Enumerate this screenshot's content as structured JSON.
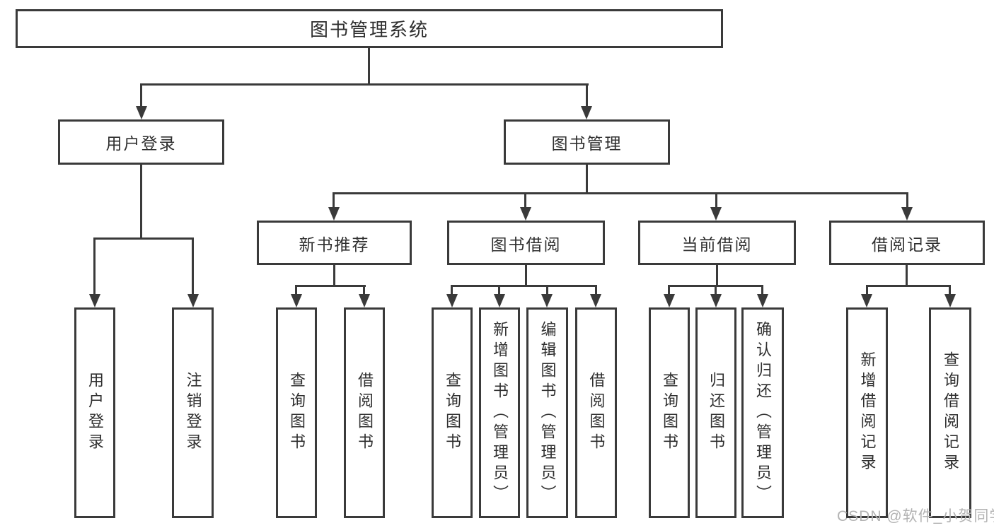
{
  "colors": {
    "line": "#3a3a3a",
    "border": "#3a3a3a",
    "text": "#2f2f2f",
    "watermark": "#b3b3b3",
    "background": "#ffffff"
  },
  "tree": {
    "root": {
      "label": "图书管理系统"
    },
    "branches": [
      {
        "label": "用户登录",
        "children": [
          {
            "label": "用户登录"
          },
          {
            "label": "注销登录"
          }
        ]
      },
      {
        "label": "图书管理",
        "children": [
          {
            "label": "新书推荐",
            "children": [
              {
                "label": "查询图书"
              },
              {
                "label": "借阅图书"
              }
            ]
          },
          {
            "label": "图书借阅",
            "children": [
              {
                "label": "查询图书"
              },
              {
                "label": "新增图书（管理员）"
              },
              {
                "label": "编辑图书（管理员）"
              },
              {
                "label": "借阅图书"
              }
            ]
          },
          {
            "label": "当前借阅",
            "children": [
              {
                "label": "查询图书"
              },
              {
                "label": "归还图书"
              },
              {
                "label": "确认归还（管理员）"
              }
            ]
          },
          {
            "label": "借阅记录",
            "children": [
              {
                "label": "新增借阅记录"
              },
              {
                "label": "查询借阅记录"
              }
            ]
          }
        ]
      }
    ]
  },
  "watermark": {
    "text": "CSDN @软件_小贺同学"
  }
}
